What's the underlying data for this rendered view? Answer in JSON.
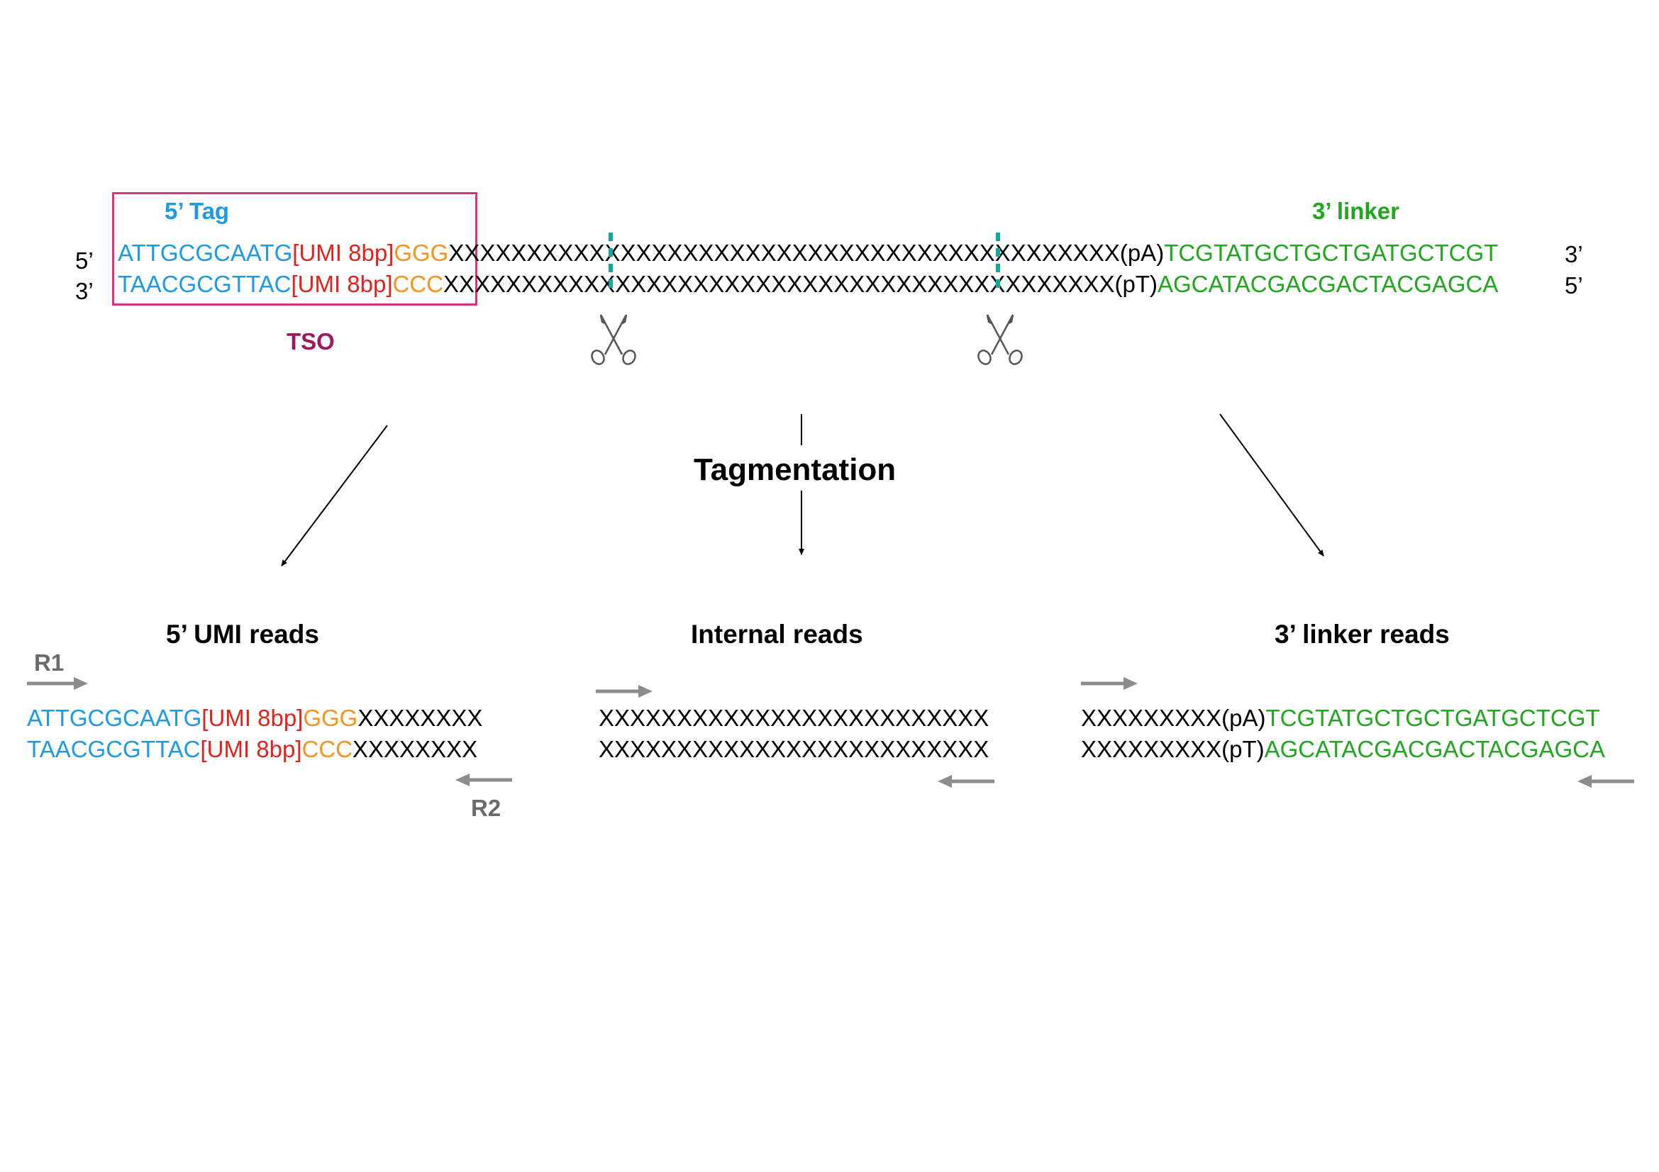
{
  "top": {
    "tag5_label": "5’ Tag",
    "linker3_label": "3’ linker",
    "tso_label": "TSO",
    "strand_top": {
      "end_left": "5’",
      "tag": "ATTGCGCAATG",
      "umi": "[UMI 8bp]",
      "ggg": "GGG",
      "insert_a": "XXXXXXXX",
      "insert_b": "XXXXXXXXXXXXXXXXXXXXXXXXX",
      "insert_c": "XXXXXXXXXX(pA)",
      "linker": "TCGTATGCTGCTGATGCTCGT",
      "end_right": "3’"
    },
    "strand_bottom": {
      "end_left": "3’",
      "tag": "TAACGCGTTAC",
      "umi": "[UMI 8bp]",
      "ggg": "CCC",
      "insert_a": "XXXXXXXX",
      "insert_b": "XXXXXXXXXXXXXXXXXXXXXXXXX",
      "insert_c": "XXXXXXXXXX(pT)",
      "linker": "AGCATACGACGACTACGAGCA",
      "end_right": "5’"
    }
  },
  "center_label": "Tagmentation",
  "reads": {
    "umi5": {
      "title": "5’ UMI reads",
      "r1": "R1",
      "r2": "R2",
      "top": {
        "tag": "ATTGCGCAATG",
        "umi": "[UMI 8bp]",
        "ggg": "GGG",
        "insert": "XXXXXXXX"
      },
      "bottom": {
        "tag": "TAACGCGTTAC",
        "umi": "[UMI 8bp]",
        "ggg": "CCC",
        "insert": "XXXXXXXX"
      }
    },
    "internal": {
      "title": "Internal reads",
      "top": "XXXXXXXXXXXXXXXXXXXXXXXXX",
      "bottom": "XXXXXXXXXXXXXXXXXXXXXXXXX"
    },
    "linker3": {
      "title": "3’ linker reads",
      "top": {
        "insert": "XXXXXXXXX(pA)",
        "linker": "TCGTATGCTGCTGATGCTCGT"
      },
      "bottom": {
        "insert": "XXXXXXXXX(pT)",
        "linker": "AGCATACGACGACTACGAGCA"
      }
    }
  },
  "colors": {
    "tag": "#1e9be0",
    "umi": "#e0231b",
    "ggg": "#f7931e",
    "linker": "#21a61f",
    "tso_box": "#d8327a",
    "tso_label": "#9c1a5c",
    "cut_mark": "#16a89b",
    "primer_arrow": "#8c8c8c"
  },
  "icons": [
    "scissors-icon",
    "scissors-icon",
    "primer-arrow-icon"
  ]
}
